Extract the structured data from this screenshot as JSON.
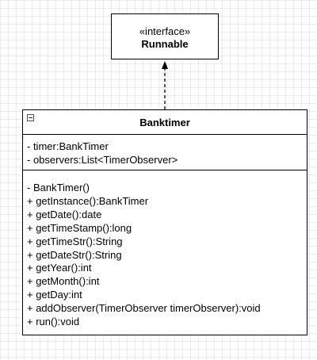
{
  "interface": {
    "stereotype": "«interface»",
    "name": "Runnable"
  },
  "class": {
    "name": "Banktimer",
    "attributes": [
      "- timer:BankTimer",
      "- observers:List<TimerObserver>"
    ],
    "operations": [
      "- BankTimer()",
      "+ getInstance():BankTimer",
      "+ getDate():date",
      "+ getTimeStamp():long",
      "+ getTimeStr():String",
      "+ getDateStr():String",
      "+ getYear():int",
      "+ getMonth():int",
      "+ getDay:int",
      "+ addObserver(TimerObserver timerObserver):void",
      "+ run():void"
    ]
  },
  "relationship": {
    "type": "realization",
    "from": "Banktimer",
    "to": "Runnable"
  }
}
